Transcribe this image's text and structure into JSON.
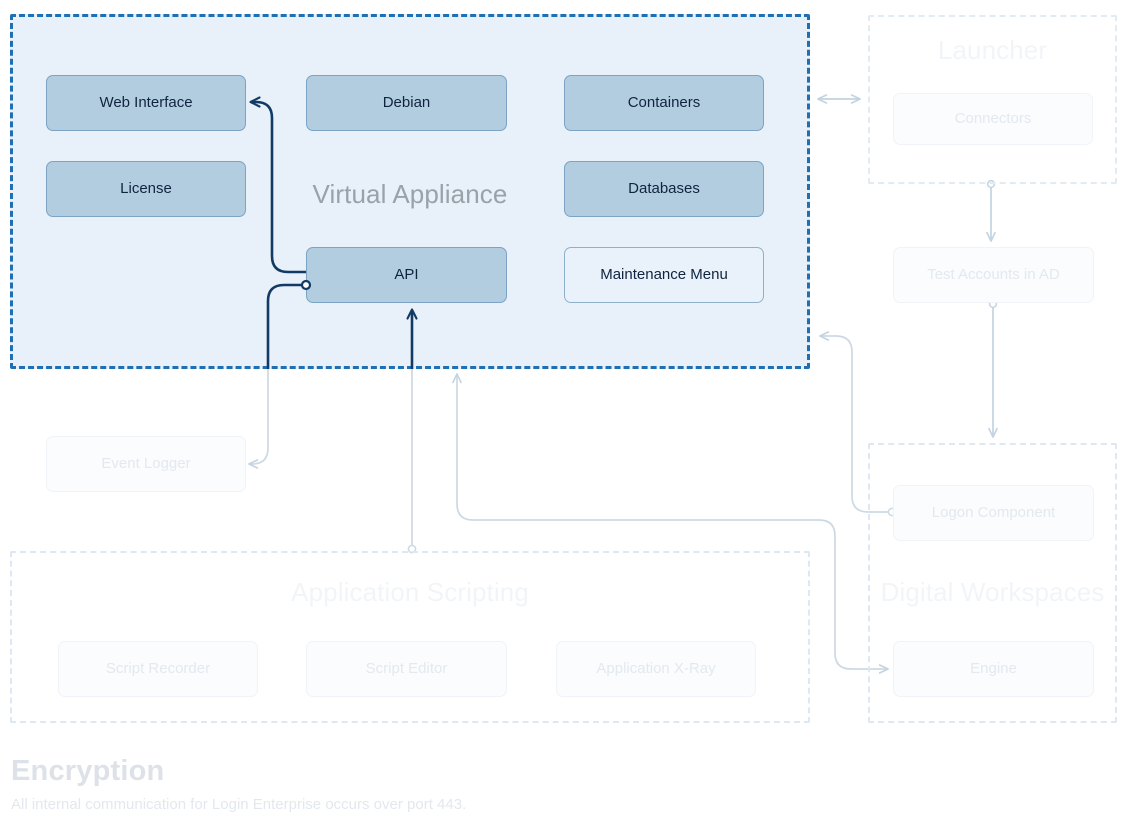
{
  "diagram": {
    "title": "Login Enterprise Architecture",
    "colors": {
      "appliance_border": "#1f6fb5",
      "appliance_fill": "#e8f0f9",
      "node_solid_fill": "#b3cde0",
      "node_solid_border": "#7ca3c4",
      "node_hollow_fill": "#e9f1fa",
      "ghost_text": "#e3e9ef",
      "wire_dark": "#123a64",
      "wire_light": "#ccd9e5"
    }
  },
  "groups": {
    "appliance": {
      "title": "Virtual Appliance",
      "nodes": {
        "web_interface": "Web Interface",
        "license": "License",
        "debian": "Debian",
        "api": "API",
        "containers": "Containers",
        "databases": "Databases",
        "maintenance_menu": "Maintenance Menu"
      }
    },
    "launcher": {
      "title": "Launcher",
      "nodes": {
        "connectors": "Connectors"
      }
    },
    "scripting": {
      "title": "Application Scripting",
      "nodes": {
        "script_recorder": "Script Recorder",
        "script_editor": "Script Editor",
        "application_xray": "Application X-Ray"
      }
    },
    "workspaces": {
      "title": "Digital Workspaces",
      "nodes": {
        "logon_component": "Logon Component",
        "engine": "Engine"
      }
    }
  },
  "standalone_nodes": {
    "event_logger": "Event Logger",
    "test_accounts_in_ad": "Test Accounts in AD"
  },
  "footer": {
    "title": "Encryption",
    "subtitle": "All internal communication for Login Enterprise occurs over port 443."
  },
  "connections": [
    {
      "from": "api",
      "to": "web_interface",
      "style": "dark-arrow"
    },
    {
      "from": "event_logger",
      "to": "api",
      "style": "dark-endpoint"
    },
    {
      "from": "application_scripting",
      "to": "api",
      "style": "light-arrow"
    },
    {
      "from": "containers",
      "to": "connectors",
      "style": "light-bidirectional"
    },
    {
      "from": "launcher",
      "to": "test_accounts_in_ad",
      "style": "light-arrow"
    },
    {
      "from": "test_accounts_in_ad",
      "to": "digital_workspaces",
      "style": "light-arrow"
    },
    {
      "from": "logon_component",
      "to": "appliance",
      "style": "light-arrow"
    },
    {
      "from": "appliance",
      "to": "engine",
      "style": "light-arrow"
    }
  ]
}
